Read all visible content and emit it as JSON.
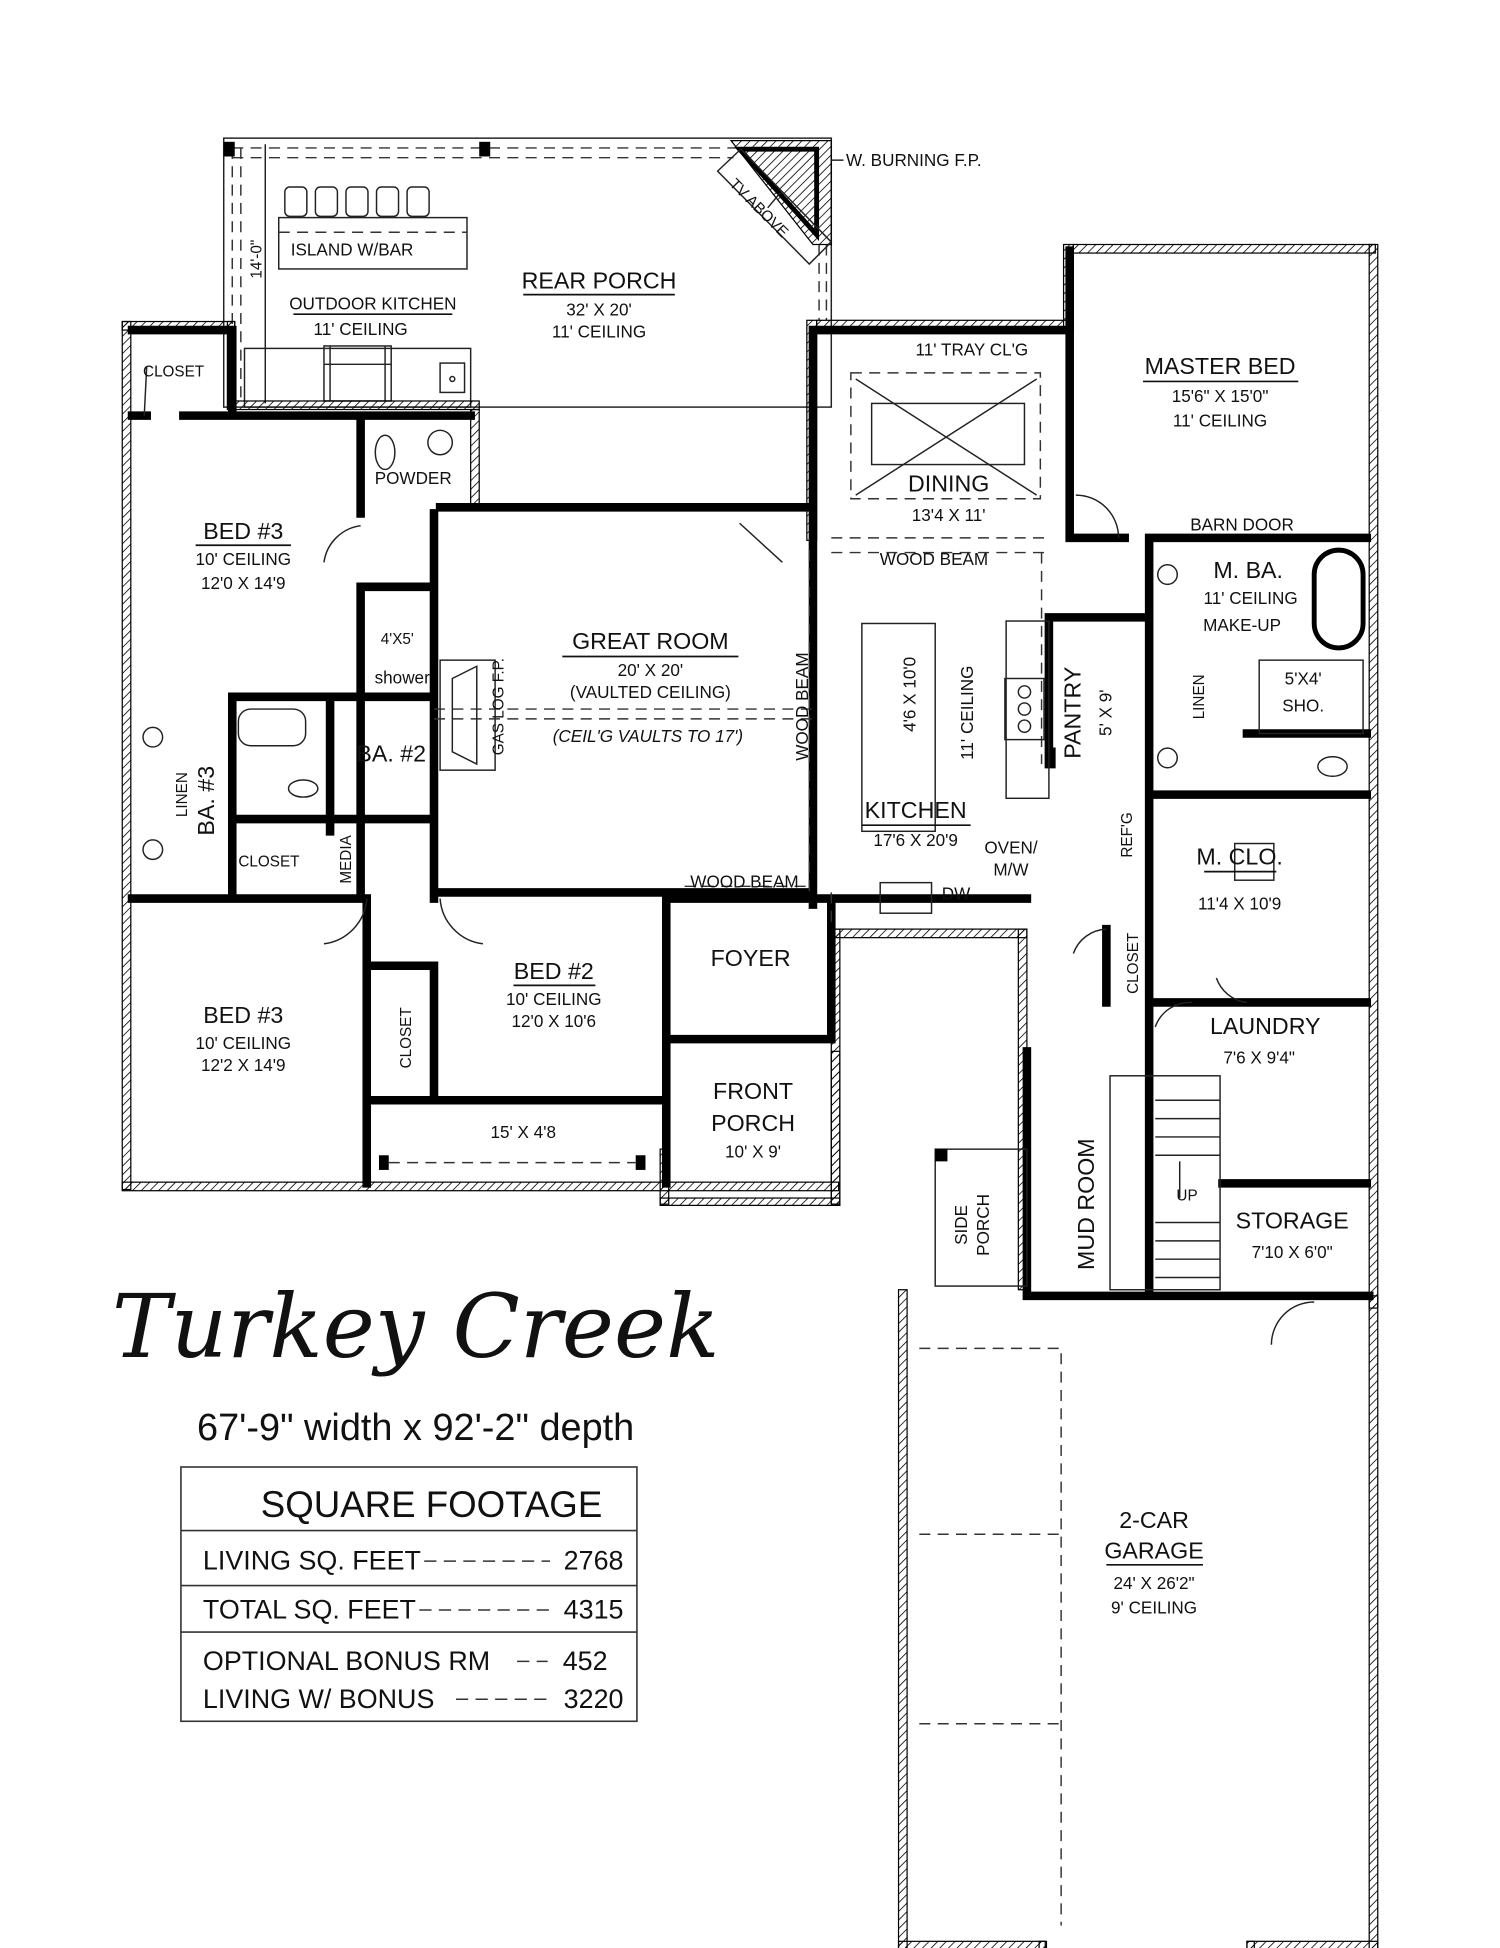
{
  "title": "Turkey Creek",
  "dimensions": "67'-9\" width x 92'-2\" depth",
  "square_footage": {
    "heading": "SQUARE FOOTAGE",
    "rows": [
      {
        "label": "LIVING SQ. FEET",
        "value": "2768"
      },
      {
        "label": "TOTAL SQ. FEET",
        "value": "4315"
      },
      {
        "label": "OPTIONAL BONUS RM",
        "value": "452"
      },
      {
        "label": "LIVING W/ BONUS",
        "value": "3220"
      }
    ]
  },
  "rooms": {
    "rear_porch": {
      "name": "REAR PORCH",
      "size": "32' X 20'",
      "ceiling": "11' CEILING"
    },
    "island": {
      "name": "ISLAND W/BAR"
    },
    "outdoor_kitchen": {
      "name": "OUTDOOR KITCHEN",
      "ceiling": "11' CEILING"
    },
    "porch_depth": "14'-0\"",
    "fireplace_outdoor": "W. BURNING F.P.",
    "tv_above": "TV ABOVE",
    "closet_top": "CLOSET",
    "powder": "POWDER",
    "tray": "11' TRAY CL'G",
    "dining": {
      "name": "DINING",
      "size": "13'4 X 11'"
    },
    "master_bed": {
      "name": "MASTER BED",
      "size": "15'6\" X 15'0\"",
      "ceiling": "11' CEILING"
    },
    "barn_door": "BARN DOOR",
    "wood_beam_dining": "WOOD BEAM",
    "master_bath": {
      "name": "M. BA.",
      "ceiling": "11' CEILING",
      "makeup": "MAKE-UP"
    },
    "bed3_upper": {
      "name": "BED #3",
      "ceiling": "10' CEILING",
      "size": "12'0 X 14'9"
    },
    "shower": {
      "size": "4'X5'",
      "name": "shower"
    },
    "great_room": {
      "name": "GREAT ROOM",
      "size": "20' X 20'",
      "ceiling": "(VAULTED CEILING)",
      "note": "(CEIL'G VAULTS TO 17')"
    },
    "gas_fp": "GAS LOG F.P.",
    "wood_beam_great": "WOOD BEAM",
    "island_kitchen": "4'6 X 10'0",
    "kitchen_ceiling": "11' CEILING",
    "pantry": {
      "name": "PANTRY",
      "size": "5' X 9'"
    },
    "linen_master": "LINEN",
    "master_shower": {
      "size": "5'X4'",
      "name": "SHO."
    },
    "bath2": "BA. #2",
    "linen_bath3": "LINEN",
    "bath3": "BA. #3",
    "kitchen": {
      "name": "KITCHEN",
      "size": "17'6 X 20'9"
    },
    "oven": {
      "line1": "OVEN/",
      "line2": "M/W"
    },
    "refg": "REF'G",
    "master_closet": {
      "name": "M. CLO.",
      "size": "11'4 X 10'9"
    },
    "closet_hall": "CLOSET",
    "media": "MEDIA",
    "wood_beam_foyer": "WOOD BEAM",
    "dw": "DW",
    "foyer": "FOYER",
    "bed2": {
      "name": "BED #2",
      "ceiling": "10' CEILING",
      "size": "12'0 X 10'6"
    },
    "closet_mud": "CLOSET",
    "laundry": {
      "name": "LAUNDRY",
      "size": "7'6 X 9'4\""
    },
    "bed3_lower": {
      "name": "BED #3",
      "ceiling": "10' CEILING",
      "size": "12'2 X 14'9"
    },
    "closet_bed2": "CLOSET",
    "front_porch": {
      "line1": "FRONT",
      "line2": "PORCH",
      "size": "10' X 9'"
    },
    "side_porch_front": "15' X 4'8",
    "stairs_up": "UP",
    "side_porch": {
      "line1": "SIDE",
      "line2": "PORCH"
    },
    "mud_room": "MUD ROOM",
    "storage": {
      "name": "STORAGE",
      "size": "7'10 X 6'0\""
    },
    "garage": {
      "line1": "2-CAR",
      "line2": "GARAGE",
      "size": "24' X 26'2\"",
      "ceiling": "9' CEILING"
    }
  }
}
